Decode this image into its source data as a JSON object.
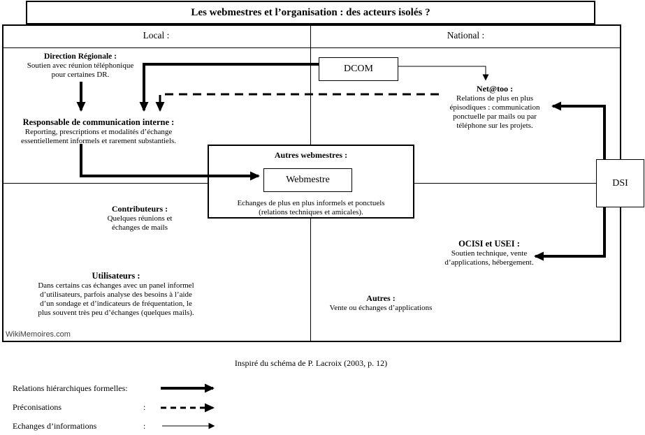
{
  "title": "Les webmestres et l’organisation : des acteurs isolés ?",
  "header": {
    "local": "Local :",
    "national": "National :"
  },
  "local": {
    "direction": {
      "heading": "Direction Régionale :",
      "lines": [
        "Soutien avec réunion téléphonique",
        "pour certaines DR."
      ]
    },
    "responsable": {
      "heading": "Responsable de communication interne :",
      "lines": [
        "Reporting, prescriptions et modalités d’échange",
        "essentiellement informels et rarement substantiels."
      ]
    },
    "contributeurs": {
      "heading": "Contributeurs :",
      "lines": [
        "Quelques réunions et",
        "échanges de mails"
      ]
    },
    "utilisateurs": {
      "heading": "Utilisateurs :",
      "lines": [
        "Dans certains cas échanges avec un panel informel",
        "d’utilisateurs, parfois analyse des besoins à l’aide",
        "d’un sondage et d’indicateurs de fréquentation, le",
        "plus souvent très peu d’échanges (quelques mails)."
      ]
    }
  },
  "national": {
    "dcom_label": "DCOM",
    "netatoo": {
      "heading": "Net@too :",
      "lines": [
        "Relations de plus en plus",
        "épisodiques : communication",
        "ponctuelle par mails ou par",
        "téléphone sur les projets."
      ]
    },
    "ocisi": {
      "heading": "OCISI et USEI :",
      "lines": [
        "Soutien technique, vente",
        "d’applications, hébergement."
      ]
    },
    "autres": {
      "heading": "Autres :",
      "lines": [
        "Vente ou échanges d’applications"
      ]
    },
    "dsi_label": "DSI"
  },
  "center": {
    "autres_webmestres": {
      "heading": "Autres webmestres :",
      "webmestre_label": "Webmestre",
      "lines": [
        "Echanges de plus en plus informels et ponctuels",
        "(relations techniques et amicales)."
      ]
    }
  },
  "footer": {
    "watermark": "WikiMemoires.com",
    "caption": "Inspiré du schéma de P. Lacroix (2003, p. 12)"
  },
  "legend": {
    "items": [
      {
        "label": "Relations hiérarchiques formelles:",
        "colon": "",
        "style": "solid-thick"
      },
      {
        "label": "Préconisations",
        "colon": ":",
        "style": "dashed"
      },
      {
        "label": "Echanges d’informations",
        "colon": ":",
        "style": "solid-thin"
      }
    ]
  },
  "colors": {
    "ink": "#000000",
    "background": "#ffffff",
    "watermark_gray": "#3d3d3d"
  }
}
